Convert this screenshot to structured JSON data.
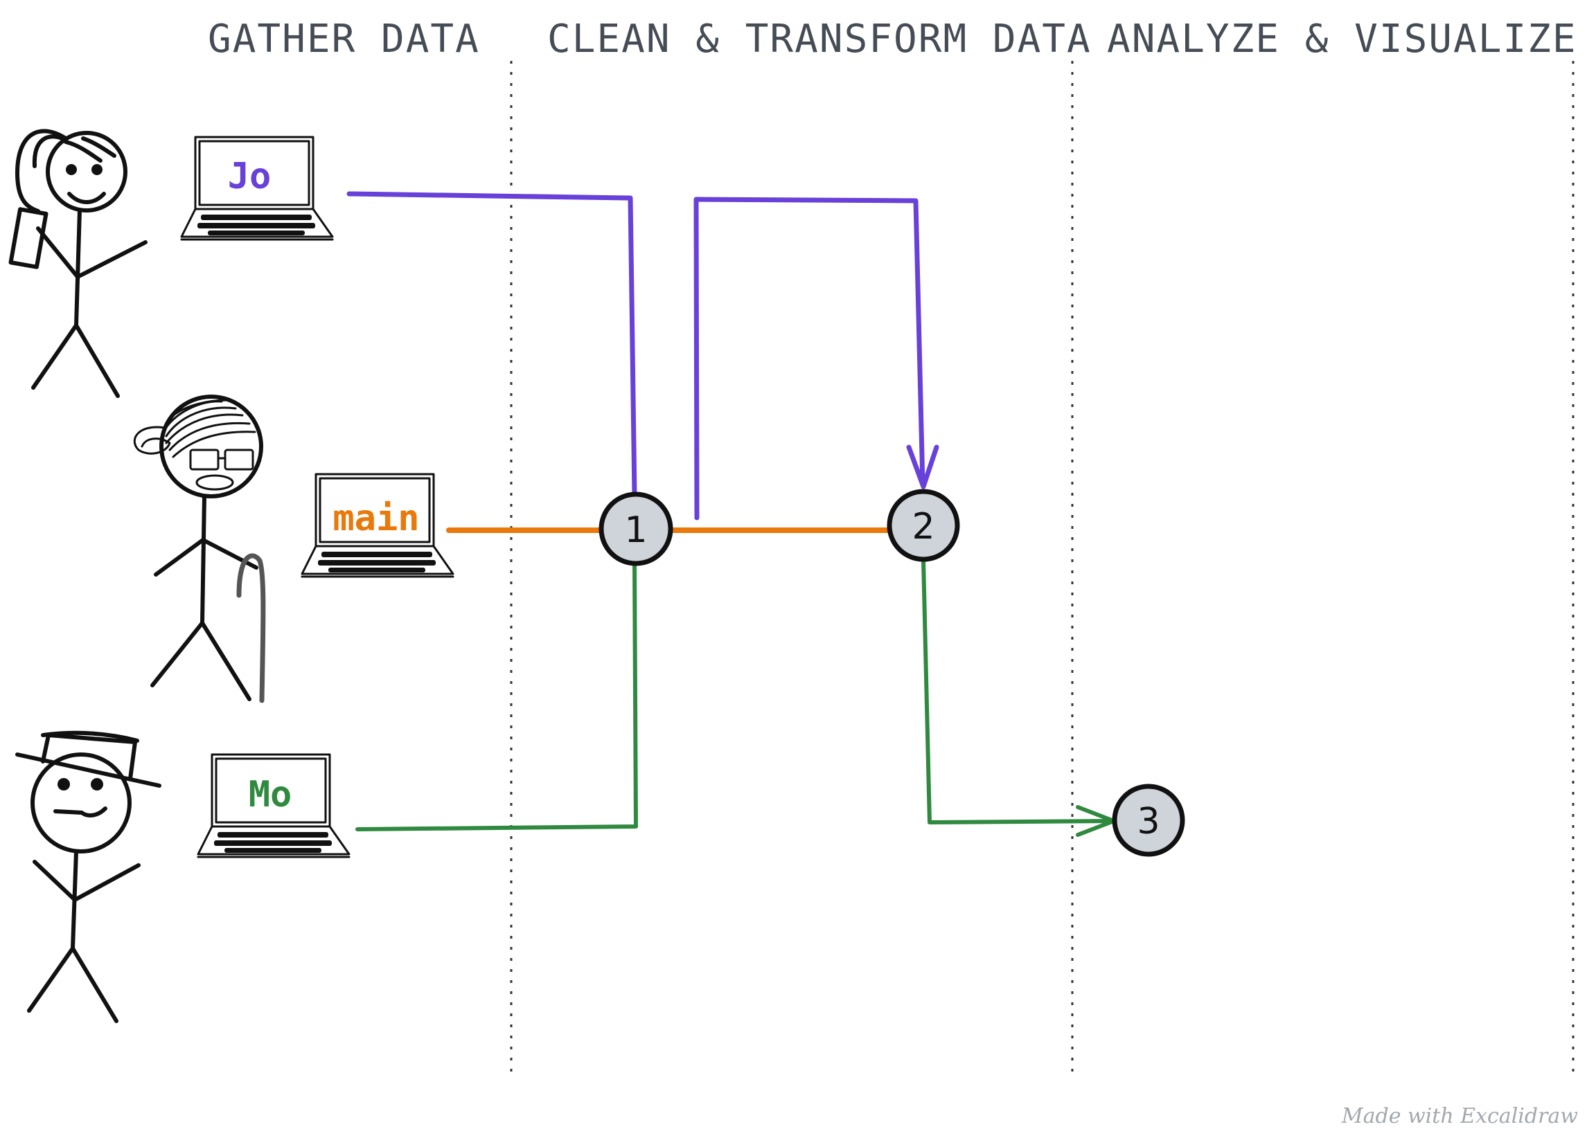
{
  "headers": {
    "gather": "GATHER DATA",
    "clean": "CLEAN & TRANSFORM DATA",
    "analyze": "ANALYZE & VISUALIZE"
  },
  "branches": {
    "jo": {
      "label": "Jo",
      "color": "#6741d9"
    },
    "main": {
      "label": "main",
      "color": "#e8790a"
    },
    "mo": {
      "label": "Mo",
      "color": "#2f8a3f"
    }
  },
  "nodes": {
    "n1": "1",
    "n2": "2",
    "n3": "3"
  },
  "node_fill": "#ced4da",
  "icons": [
    "person-with-phone-icon",
    "person-with-glasses-and-cane-icon",
    "person-with-hat-icon",
    "laptop-icon"
  ],
  "watermark": "Made with Excalidraw"
}
